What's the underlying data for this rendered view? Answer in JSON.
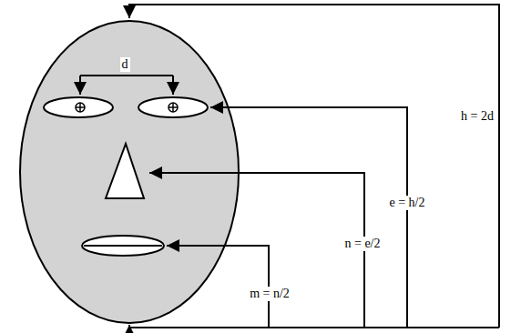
{
  "diagram": {
    "labels": [
      "d",
      "h = 2d",
      "e = h/2",
      "n = e/2",
      "m = n/2"
    ]
  }
}
